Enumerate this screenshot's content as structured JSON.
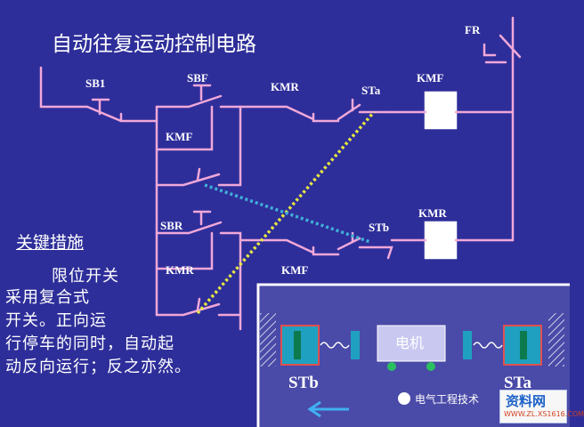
{
  "title": "自动往复运动控制电路",
  "labels": {
    "sb1": "SB1",
    "sbf": "SBF",
    "kmr_top": "KMR",
    "sta_top": "STa",
    "kmf_coil": "KMF",
    "fr": "FR",
    "kmf_contact": "KMF",
    "sbr": "SBR",
    "stb": "STb",
    "kmr_coil": "KMR",
    "kmr_contact": "KMR",
    "kmf_lower": "KMF"
  },
  "measure": {
    "title": "关键措施",
    "lines": [
      "限位开关",
      "采用复合式",
      "开关。正向运",
      "行停车的同时，自动起",
      "动反向运行；反之亦然。"
    ]
  },
  "mech": {
    "motor": "电机",
    "stb": "STb",
    "sta": "STa"
  },
  "watermark": {
    "text": "电气工程技术",
    "badge": "资料网",
    "url": "WWW.ZL.XS1616.COM"
  },
  "colors": {
    "background": "#2e2e9a",
    "wire": "#f0a8d8",
    "panel": "#4a4aa8",
    "yellow_dots": "#e8e840",
    "cyan_dots": "#40b0d8"
  }
}
